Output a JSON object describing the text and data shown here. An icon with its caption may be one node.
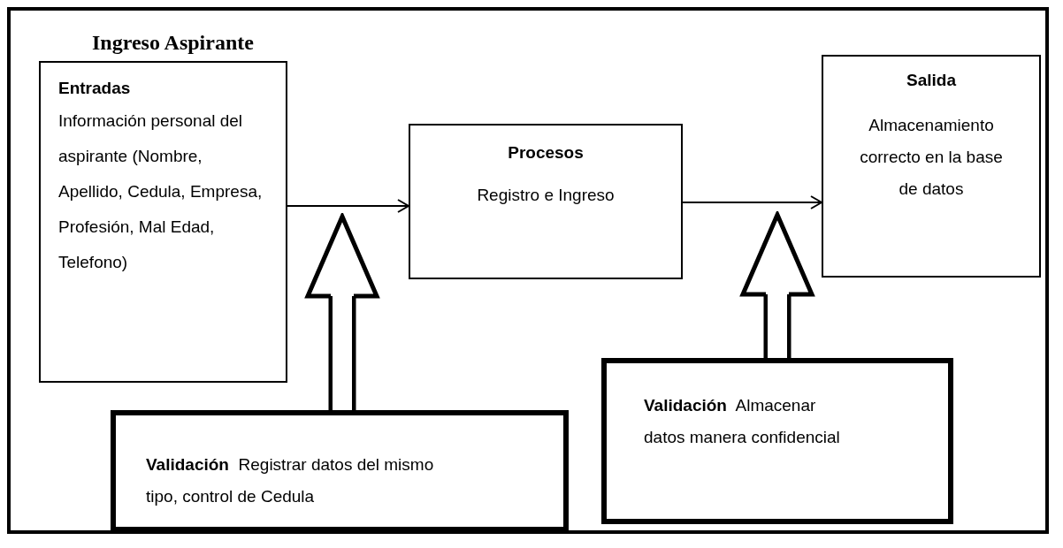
{
  "diagram": {
    "title": "Ingreso Aspirante",
    "nodes": [
      {
        "text": [
          "Entradas",
          "Información personal del aspirante (Nombre, Apellido, Cedula, Empresa, Profesión, Mal Edad, Telefono)"
        ]
      },
      {
        "text": [
          "Procesos",
          "Registro e Ingreso"
        ]
      },
      {
        "text": [
          "Salida",
          "Almacenamiento correcto en la base de datos"
        ]
      },
      {
        "text": [
          "**Validación**  Registrar datos del mismo tipo, control de Cedula"
        ]
      },
      {
        "text": [
          "**Validación**  Almacenar datos manera confidencial"
        ]
      }
    ],
    "edges": [
      {
        "from": 0,
        "to": 1,
        "arrow": "to"
      },
      {
        "from": 1,
        "to": 2,
        "arrow": "to"
      },
      {
        "from": 3,
        "to": 1,
        "arrow": "to",
        "style": "thick"
      },
      {
        "from": 4,
        "to": 1,
        "arrow": "to",
        "style": "thick"
      }
    ]
  }
}
